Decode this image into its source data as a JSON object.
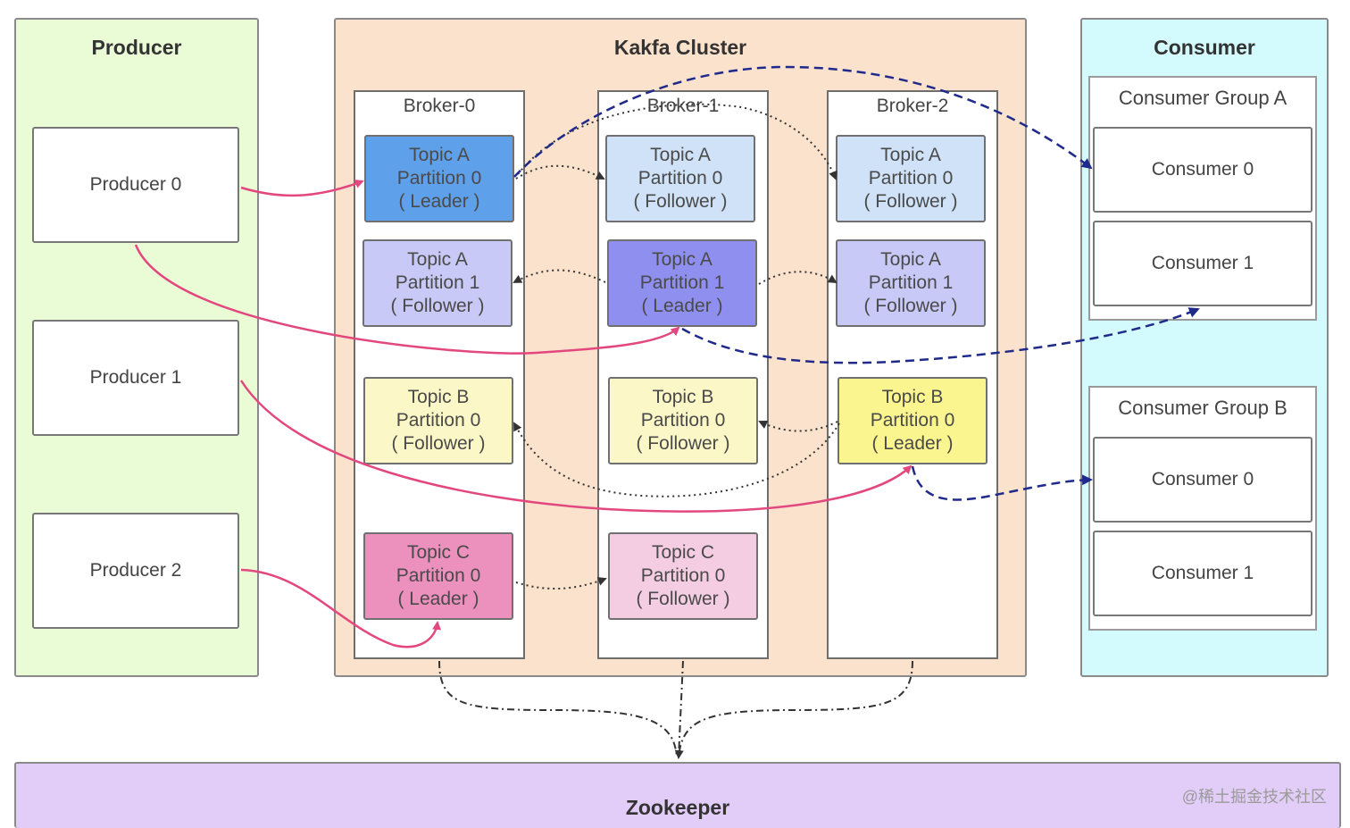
{
  "producer_panel": {
    "title": "Producer",
    "producers": [
      "Producer 0",
      "Producer 1",
      "Producer 2"
    ]
  },
  "cluster": {
    "title": "Kakfa Cluster",
    "brokers": [
      {
        "name": "Broker-0",
        "partitions": [
          {
            "topic": "Topic A",
            "partition": "Partition 0",
            "role": "( Leader )",
            "color": "#5fa0ea"
          },
          {
            "topic": "Topic A",
            "partition": "Partition 1",
            "role": "( Follower )",
            "color": "#c9c9f7"
          },
          {
            "topic": "Topic B",
            "partition": "Partition 0",
            "role": "( Follower )",
            "color": "#fbf7c6"
          },
          {
            "topic": "Topic C",
            "partition": "Partition 0",
            "role": "( Leader )",
            "color": "#ec90bd"
          }
        ]
      },
      {
        "name": "Broker-1",
        "partitions": [
          {
            "topic": "Topic A",
            "partition": "Partition 0",
            "role": "( Follower )",
            "color": "#cfe2f8"
          },
          {
            "topic": "Topic A",
            "partition": "Partition 1",
            "role": "( Leader )",
            "color": "#8f8ff0"
          },
          {
            "topic": "Topic B",
            "partition": "Partition 0",
            "role": "( Follower )",
            "color": "#fbf7c6"
          },
          {
            "topic": "Topic C",
            "partition": "Partition 0",
            "role": "( Follower )",
            "color": "#f5cde2"
          }
        ]
      },
      {
        "name": "Broker-2",
        "partitions": [
          {
            "topic": "Topic A",
            "partition": "Partition 0",
            "role": "( Follower )",
            "color": "#cfe2f8"
          },
          {
            "topic": "Topic A",
            "partition": "Partition 1",
            "role": "( Follower )",
            "color": "#c9c9f7"
          },
          {
            "topic": "Topic B",
            "partition": "Partition 0",
            "role": "( Leader )",
            "color": "#fbf590"
          }
        ]
      }
    ]
  },
  "consumer_panel": {
    "title": "Consumer",
    "groups": [
      {
        "name": "Consumer Group A",
        "consumers": [
          "Consumer 0",
          "Consumer 1"
        ]
      },
      {
        "name": "Consumer Group B",
        "consumers": [
          "Consumer 0",
          "Consumer 1"
        ]
      }
    ]
  },
  "zookeeper": {
    "title": "Zookeeper"
  },
  "watermark": "@稀土掘金技术社区",
  "colors": {
    "producer_bg": "#eafcd6",
    "cluster_bg": "#fbe2cc",
    "consumer_bg": "#d3fafc",
    "zookeeper_bg": "#e2ccf8",
    "produce_arrow": "#e2487e",
    "consume_arrow": "#1f2a8a",
    "replication_arrow": "#333333"
  }
}
